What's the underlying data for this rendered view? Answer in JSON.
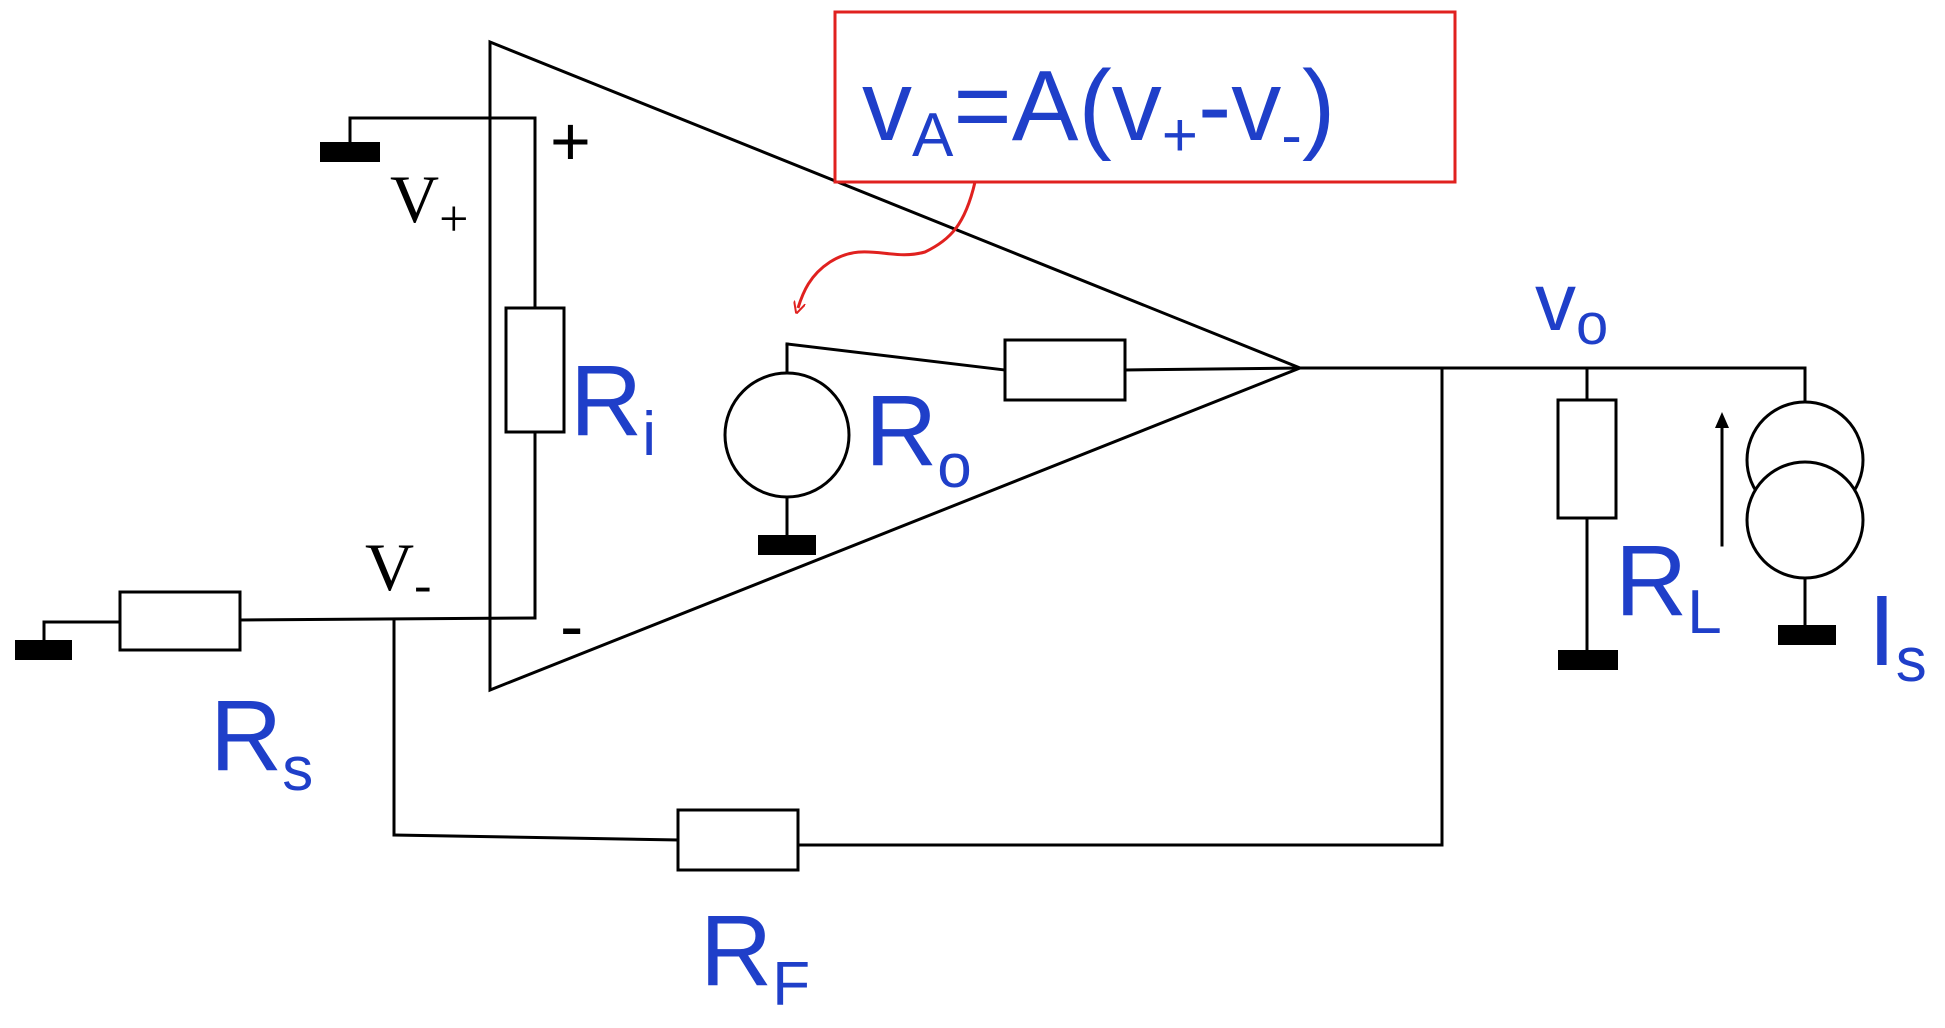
{
  "colors": {
    "label_blue": "#1f3fc9",
    "annotation_red": "#e0211f",
    "wire": "#000000"
  },
  "equation": {
    "v": "v",
    "A_sub": "A",
    "eq_A": "=A(v",
    "plus_sub": "+",
    "dash_v": "-v",
    "minus_sub": "-",
    "close": ")"
  },
  "inputs": {
    "plus_sign": "+",
    "minus_sign": "-",
    "v_plus": {
      "main": "V",
      "sub": "+"
    },
    "v_minus": {
      "main": "V",
      "sub": "-"
    }
  },
  "resistors": {
    "Ri": {
      "main": "R",
      "sub": "i"
    },
    "Ro": {
      "main": "R",
      "sub": "o"
    },
    "Rs": {
      "main": "R",
      "sub": "s"
    },
    "RF": {
      "main": "R",
      "sub": "F"
    },
    "RL": {
      "main": "R",
      "sub": "L"
    }
  },
  "output": {
    "vo": {
      "main": "v",
      "sub": "o"
    }
  },
  "current_source": {
    "Is": {
      "main": "I",
      "sub": "s"
    }
  },
  "icons": [
    "ground-icon",
    "voltage-source-icon",
    "current-source-icon",
    "arrow-up-icon"
  ]
}
